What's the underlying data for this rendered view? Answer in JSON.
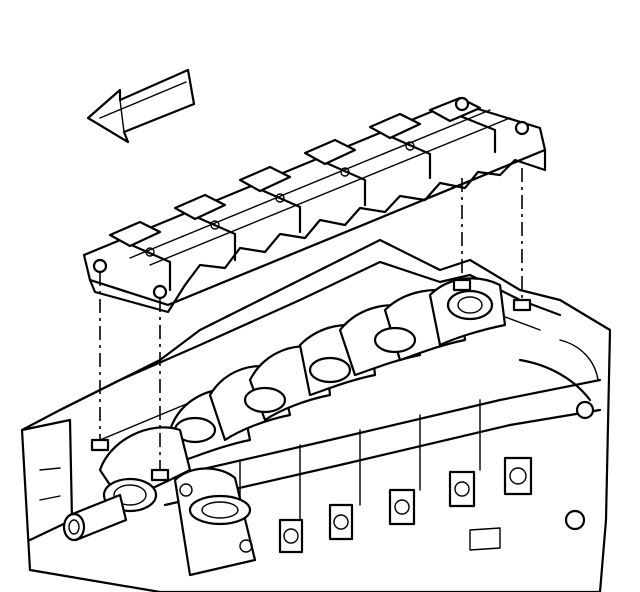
{
  "diagram": {
    "colors": {
      "line": "#000000",
      "background": "#ffffff"
    },
    "direction_arrow_icon": "arrow-left-icon",
    "parts": [
      "bearing-cap-bedplate",
      "engine-block",
      "crankshaft",
      "crank-snout",
      "oil-pump-housing"
    ],
    "cap_bolt_hole_count": 4
  }
}
